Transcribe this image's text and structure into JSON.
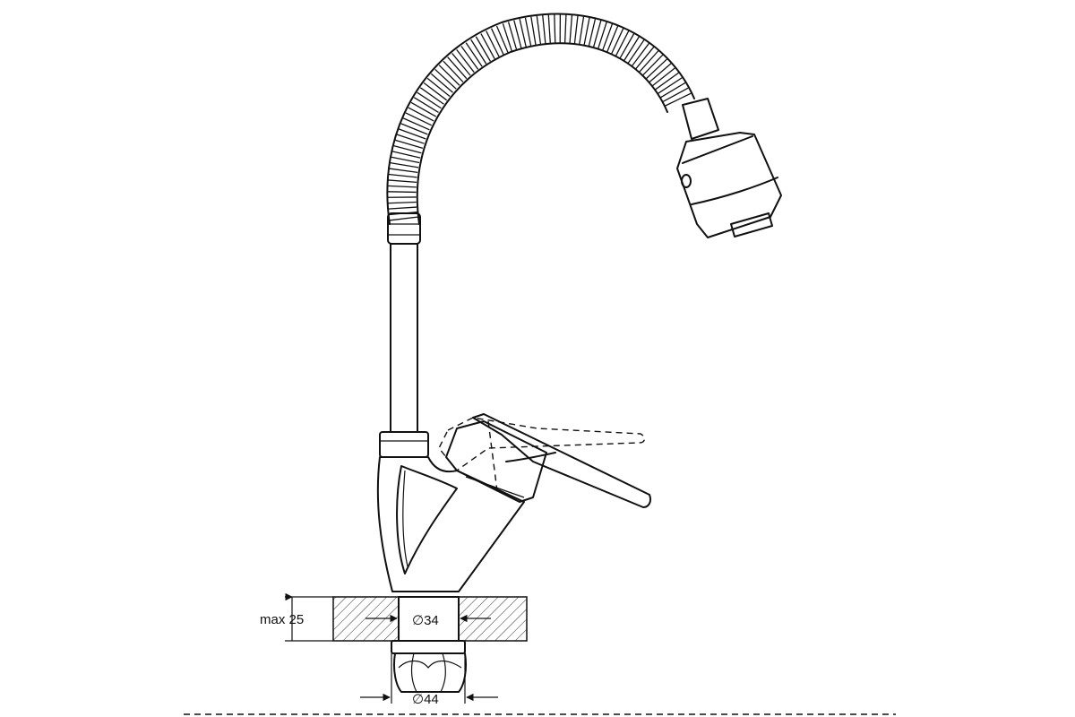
{
  "dimensions": {
    "countertop_thickness": "max 25",
    "hole_diameter": "∅34",
    "nut_diameter": "∅44"
  }
}
